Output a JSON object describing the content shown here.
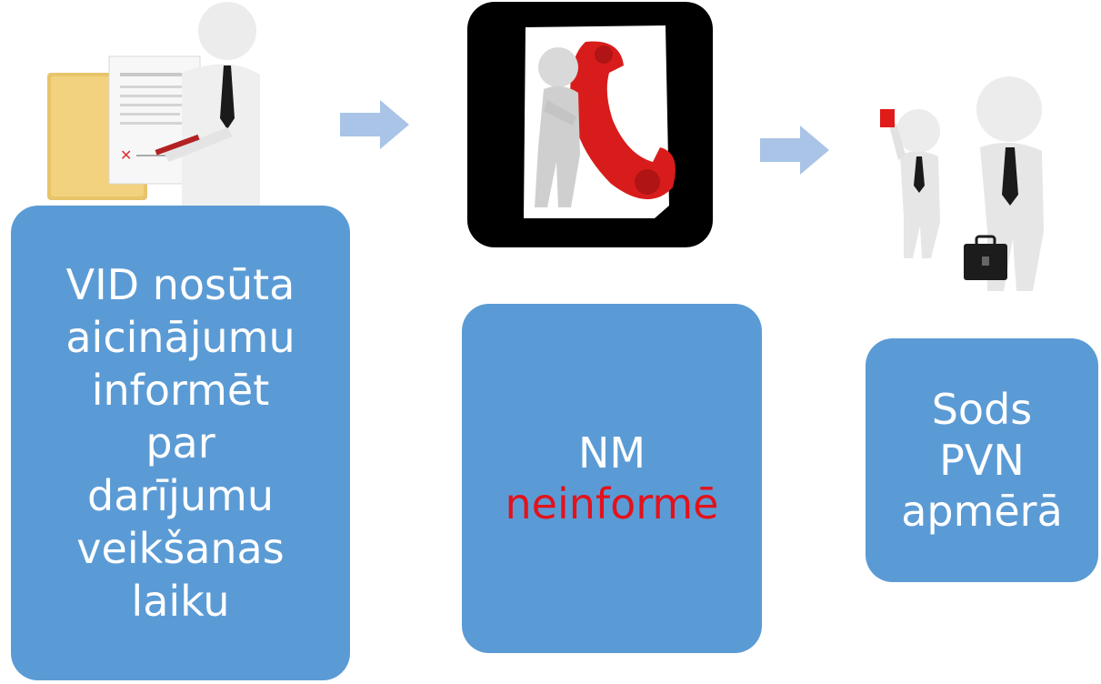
{
  "steps": [
    {
      "lines": [
        "VID nosūta",
        "aicinājumu",
        "informēt",
        "par",
        "darījumu",
        "veikšanas",
        "laiku"
      ]
    },
    {
      "lines": [
        "NM"
      ],
      "highlight": "neinformē",
      "highlight_color": "#e3121b"
    },
    {
      "lines": [
        "Sods",
        "PVN",
        "apmērā"
      ]
    }
  ],
  "colors": {
    "box_fill": "#5b9bd5",
    "arrow_fill": "#a9c4e6",
    "text": "#ffffff"
  },
  "icons": {
    "step1": "businessman-document-icon",
    "step2": "man-phone-icon",
    "step3": "red-card-businessmen-icon"
  }
}
